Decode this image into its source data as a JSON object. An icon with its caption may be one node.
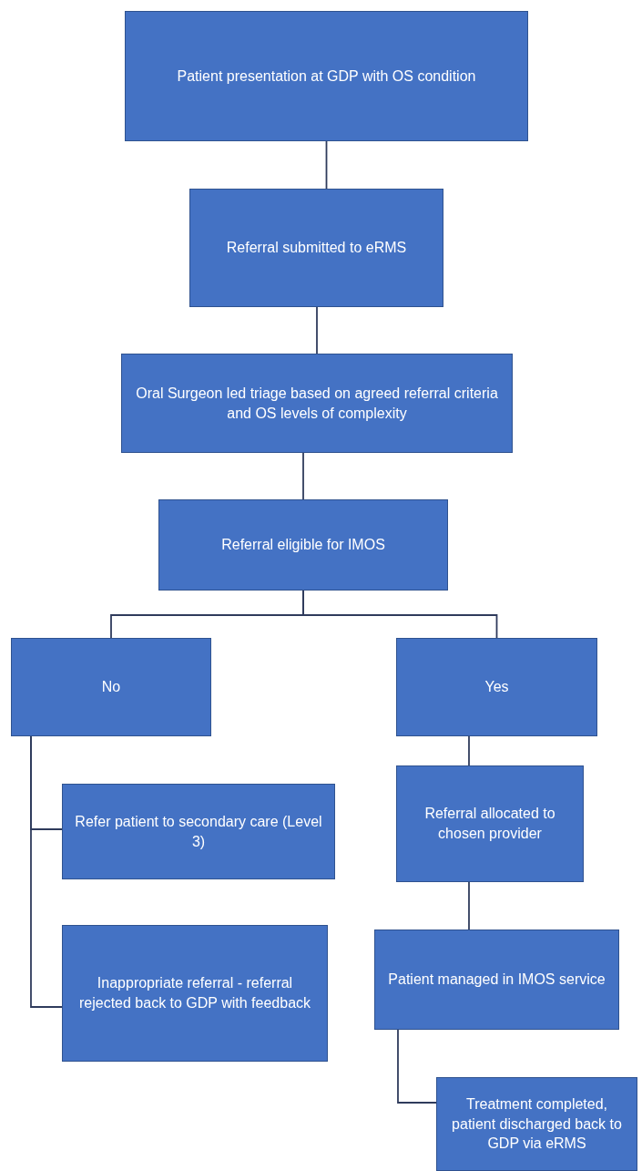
{
  "diagram": {
    "nodes": [
      {
        "text": [
          "Patient presentation at GDP with OS condition"
        ]
      },
      {
        "text": [
          "Referral submitted to eRMS"
        ]
      },
      {
        "text": [
          "Oral Surgeon led triage based on agreed referral criteria and OS levels of complexity"
        ]
      },
      {
        "text": [
          "Referral eligible for IMOS"
        ]
      },
      {
        "text": [
          "No"
        ]
      },
      {
        "text": [
          "Yes"
        ]
      },
      {
        "text": [
          "Refer patient to secondary care (Level 3)"
        ]
      },
      {
        "text": [
          "Inappropriate referral - referral rejected back to GDP with feedback"
        ]
      },
      {
        "text": [
          "Referral allocated to chosen provider"
        ]
      },
      {
        "text": [
          "Patient managed in IMOS service"
        ]
      },
      {
        "text": [
          "Treatment completed, patient discharged back to GDP via eRMS"
        ]
      }
    ],
    "edges": [
      {
        "from": 0,
        "to": 1,
        "arrow": "none"
      },
      {
        "from": 1,
        "to": 2,
        "arrow": "none"
      },
      {
        "from": 2,
        "to": 3,
        "arrow": "none"
      },
      {
        "from": 3,
        "to": 4,
        "arrow": "none"
      },
      {
        "from": 3,
        "to": 5,
        "arrow": "none"
      },
      {
        "from": 4,
        "to": 6,
        "arrow": "none"
      },
      {
        "from": 4,
        "to": 7,
        "arrow": "none"
      },
      {
        "from": 5,
        "to": 8,
        "arrow": "none"
      },
      {
        "from": 8,
        "to": 9,
        "arrow": "none"
      },
      {
        "from": 9,
        "to": 10,
        "arrow": "none"
      }
    ]
  }
}
